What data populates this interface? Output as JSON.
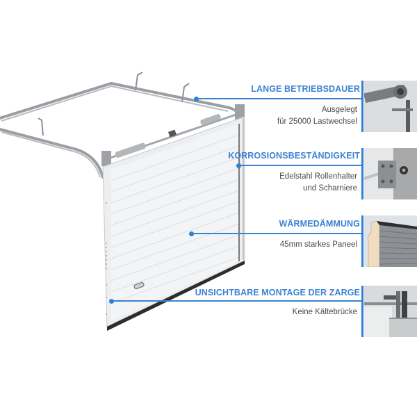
{
  "colors": {
    "accent": "#3b82d2",
    "text": "#4a4a4a",
    "background": "#ffffff"
  },
  "product_image": {
    "label": "sectional-garage-door-illustration"
  },
  "features": [
    {
      "title": "LANGE BETRIEBSDAUER",
      "description_lines": [
        "Ausgelegt",
        "für 25000 Lastwechsel"
      ],
      "thumbnail": "torsion-spring-shaft-closeup"
    },
    {
      "title": "KORROSIONSBESTÄNDIGKEIT",
      "description_lines": [
        "Edelstahl Rollenhalter",
        "und Scharniere"
      ],
      "thumbnail": "stainless-roller-hinge-closeup"
    },
    {
      "title": "WÄRMEDÄMMUNG",
      "description_lines": [
        "45mm starkes Paneel"
      ],
      "thumbnail": "insulated-panel-cross-section"
    },
    {
      "title": "UNSICHTBARE MONTAGE DER ZARGE",
      "description_lines": [
        "Keine Kältebrücke"
      ],
      "thumbnail": "frame-mounting-closeup"
    }
  ]
}
